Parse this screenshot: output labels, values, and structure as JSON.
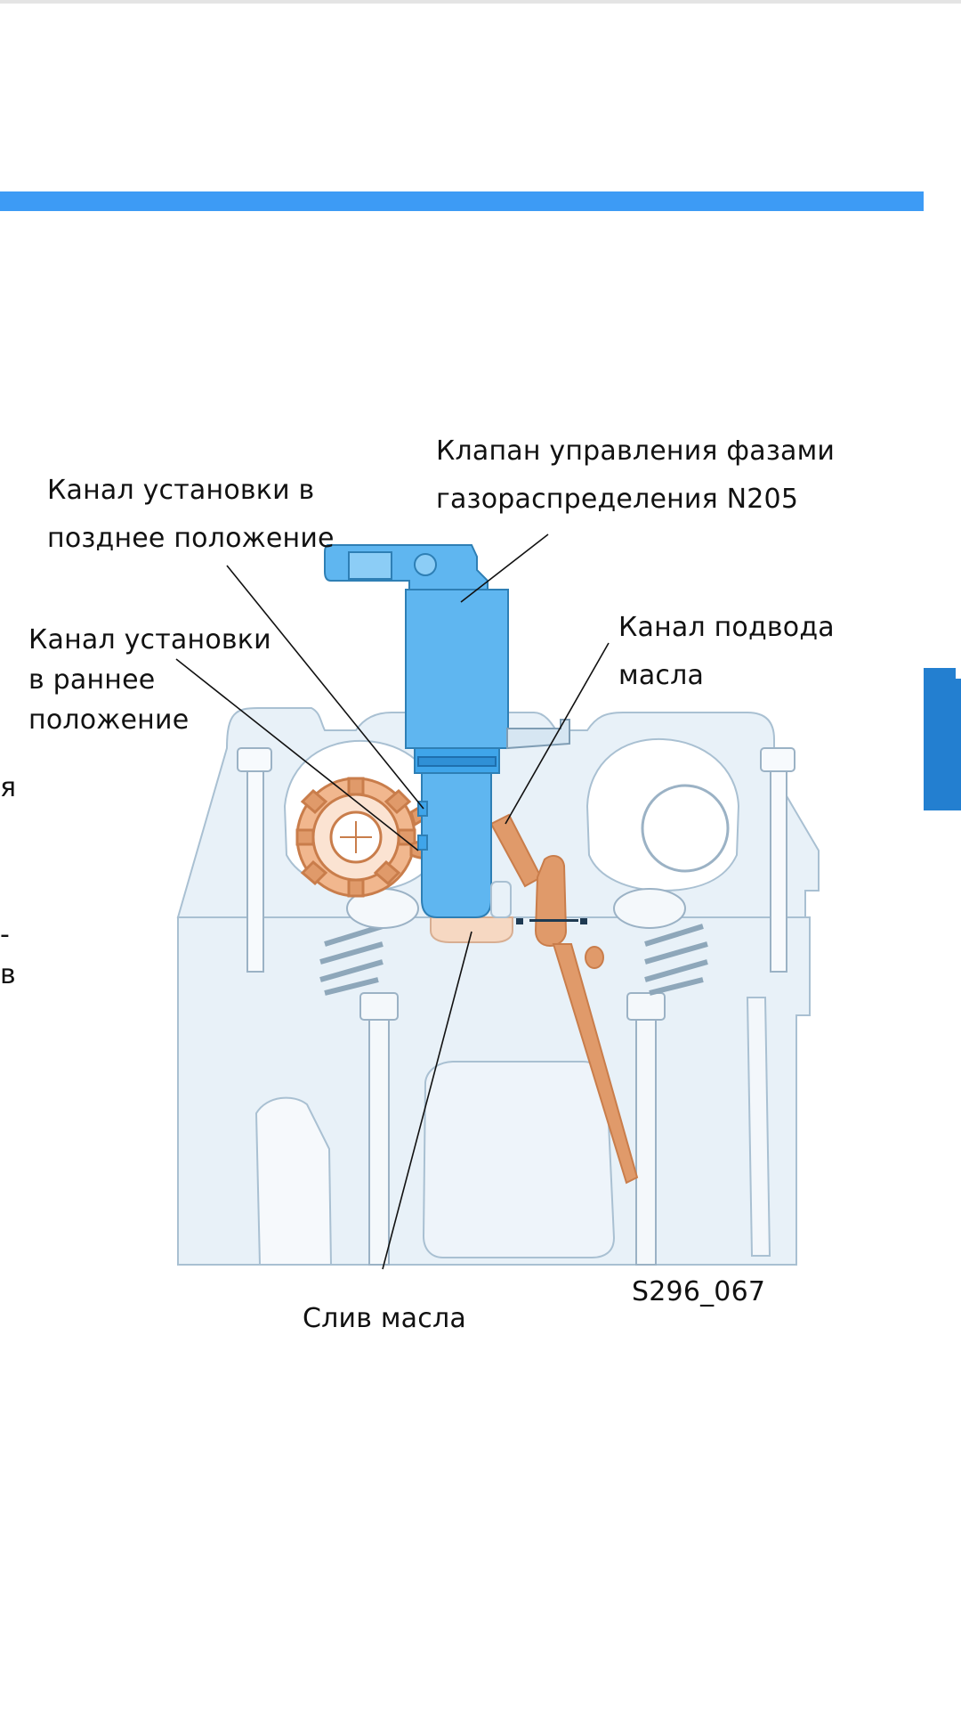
{
  "labels": {
    "valve": "Клапан управления фазами\nгазораспределения N205",
    "late_channel": "Канал установки в\nпозднее положение",
    "early_channel": "Канал установки\nв раннее\nположение",
    "oil_supply": "Канал подвода\nмасла",
    "oil_drain": "Слив масла",
    "figure_code": "S296_067"
  },
  "clipped_fragments": [
    "я",
    "-",
    "в"
  ],
  "colors": {
    "header_bar": "#3d9bf5",
    "side_tab": "#237fd0",
    "valve_blue": "#5fb6f0",
    "oil_orange": "#e09a6a",
    "engine_fill": "#e8f1f8",
    "engine_outline": "#a9c0d2"
  }
}
